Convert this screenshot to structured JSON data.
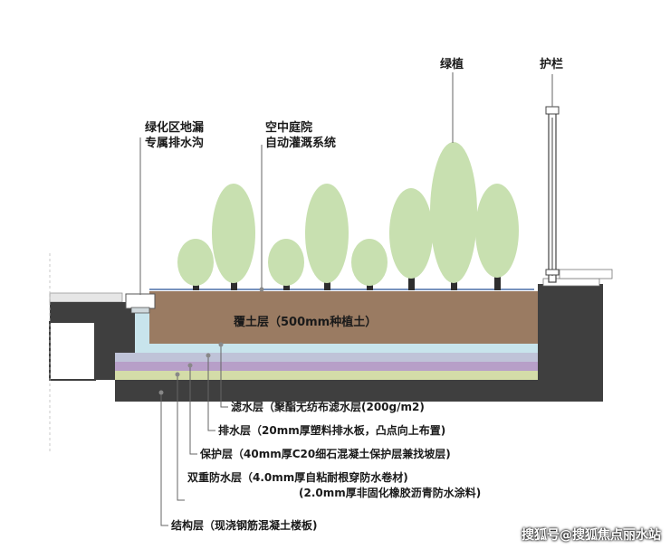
{
  "labels": {
    "greenery": "绿植",
    "railing": "护栏",
    "drain_line1": "绿化区地漏",
    "drain_line2": "专属排水沟",
    "irrigation_line1": "空中庭院",
    "irrigation_line2": "自动灌溉系统",
    "soil_layer": "覆土层（500mm种植土）",
    "filter_layer": "滤水层（聚酯无纺布滤水层(200g/m2)",
    "drain_layer": "排水层（20mm厚塑料排水板，凸点向上布置)",
    "protect_layer": "保护层（40mm厚C20细石混凝土保护层兼找坡层)",
    "waterproof_line1": "双重防水层（4.0mm厚自粘耐根穿防水卷材)",
    "waterproof_line2": "(2.0mm厚非固化橡胶沥青防水涂料)",
    "structure_layer": "结构层（现浇钢筋混凝土楼板)"
  },
  "watermark": "搜狐号@搜狐焦点丽水站",
  "colors": {
    "soil": "#9a7b62",
    "drainage": "#c8e4ec",
    "protection": "#bfc3d8",
    "waterproof_purple": "#b79fc8",
    "waterproof_green": "#d4dca8",
    "concrete": "#3f3f3f",
    "tree": "#c8e0b0",
    "trunk": "#2e2e2e",
    "irrigation": "#4a6ea8",
    "leader": "#666666"
  }
}
